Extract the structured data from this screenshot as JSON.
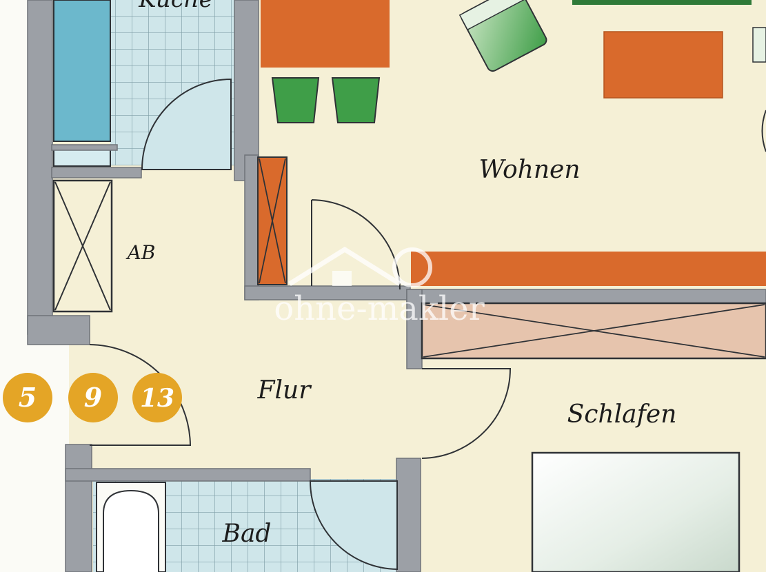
{
  "rooms": {
    "kitchen": "Küche",
    "living": "Wohnen",
    "storage": "AB",
    "hall": "Flur",
    "bedroom": "Schlafen",
    "bath": "Bad"
  },
  "unit_numbers": [
    "5",
    "9",
    "13"
  ],
  "watermark": "ohne-makler",
  "colors": {
    "floor": "#f5f0d6",
    "wall": "#9ca0a6",
    "wall_dark": "#6f7378",
    "tile": "#cfe6ea",
    "counter": "#6cb8cc",
    "furniture_orange": "#d96a2c",
    "furniture_green": "#3f9e48",
    "wardrobe": "#e6c4ad",
    "bed": "#e8efe8",
    "unit_badge": "#e4a526"
  }
}
